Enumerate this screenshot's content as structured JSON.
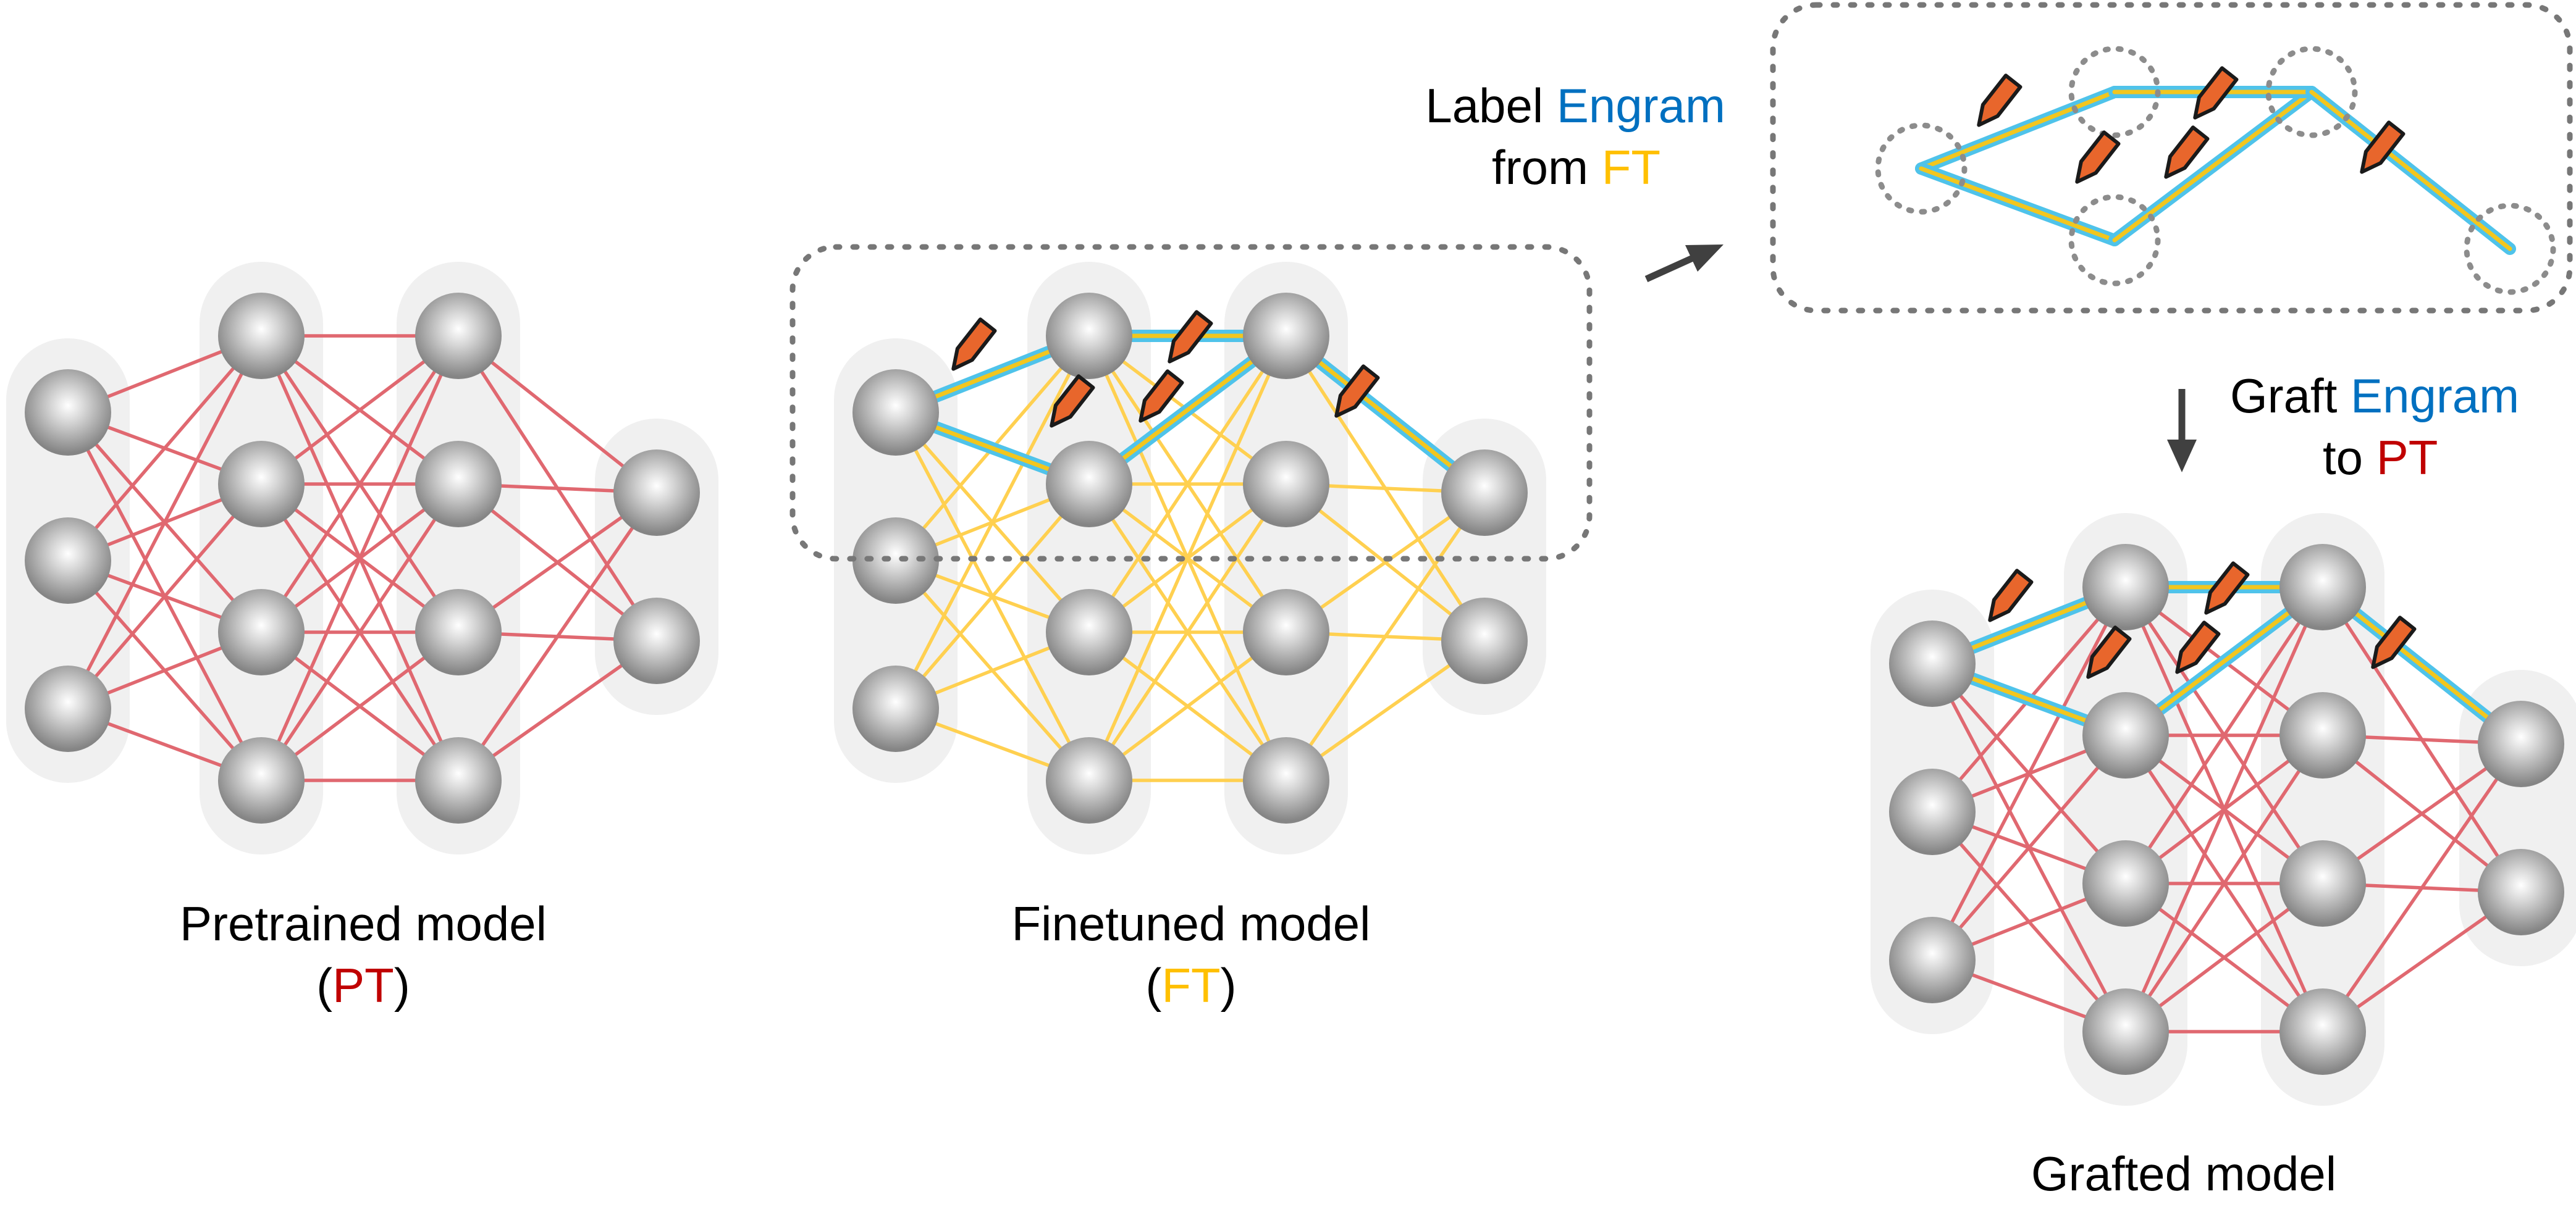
{
  "colors": {
    "pt": "#c00000",
    "ft": "#ffc000",
    "engram": "#0070c0",
    "pt_edge": "#e06870",
    "ft_edge": "#ffd050",
    "engram_outline": "#4fc3ea",
    "engram_core": "#f2c61e",
    "marker_fill": "#e8662c",
    "column_bg": "#f0f0f0",
    "node_dark": "#8c8c8c",
    "node_light": "#f8f8f8",
    "dashed": "#777777",
    "arrow": "#404040"
  },
  "icons": {
    "marker": "tag-marker-icon",
    "arrow": "arrow-icon"
  },
  "labels": {
    "pretrained": {
      "line1": "Pretrained model",
      "open": "(",
      "abbr": "PT",
      "close": ")"
    },
    "finetuned": {
      "line1": "Finetuned model",
      "open": "(",
      "abbr": "FT",
      "close": ")"
    },
    "grafted": {
      "line1": "Grafted model"
    },
    "label_engram": {
      "w1": "Label",
      "w2": "Engram",
      "w3": "from",
      "w4": "FT"
    },
    "graft_engram": {
      "w1": "Graft",
      "w2": "Engram",
      "w3": "to",
      "w4": "PT"
    }
  }
}
